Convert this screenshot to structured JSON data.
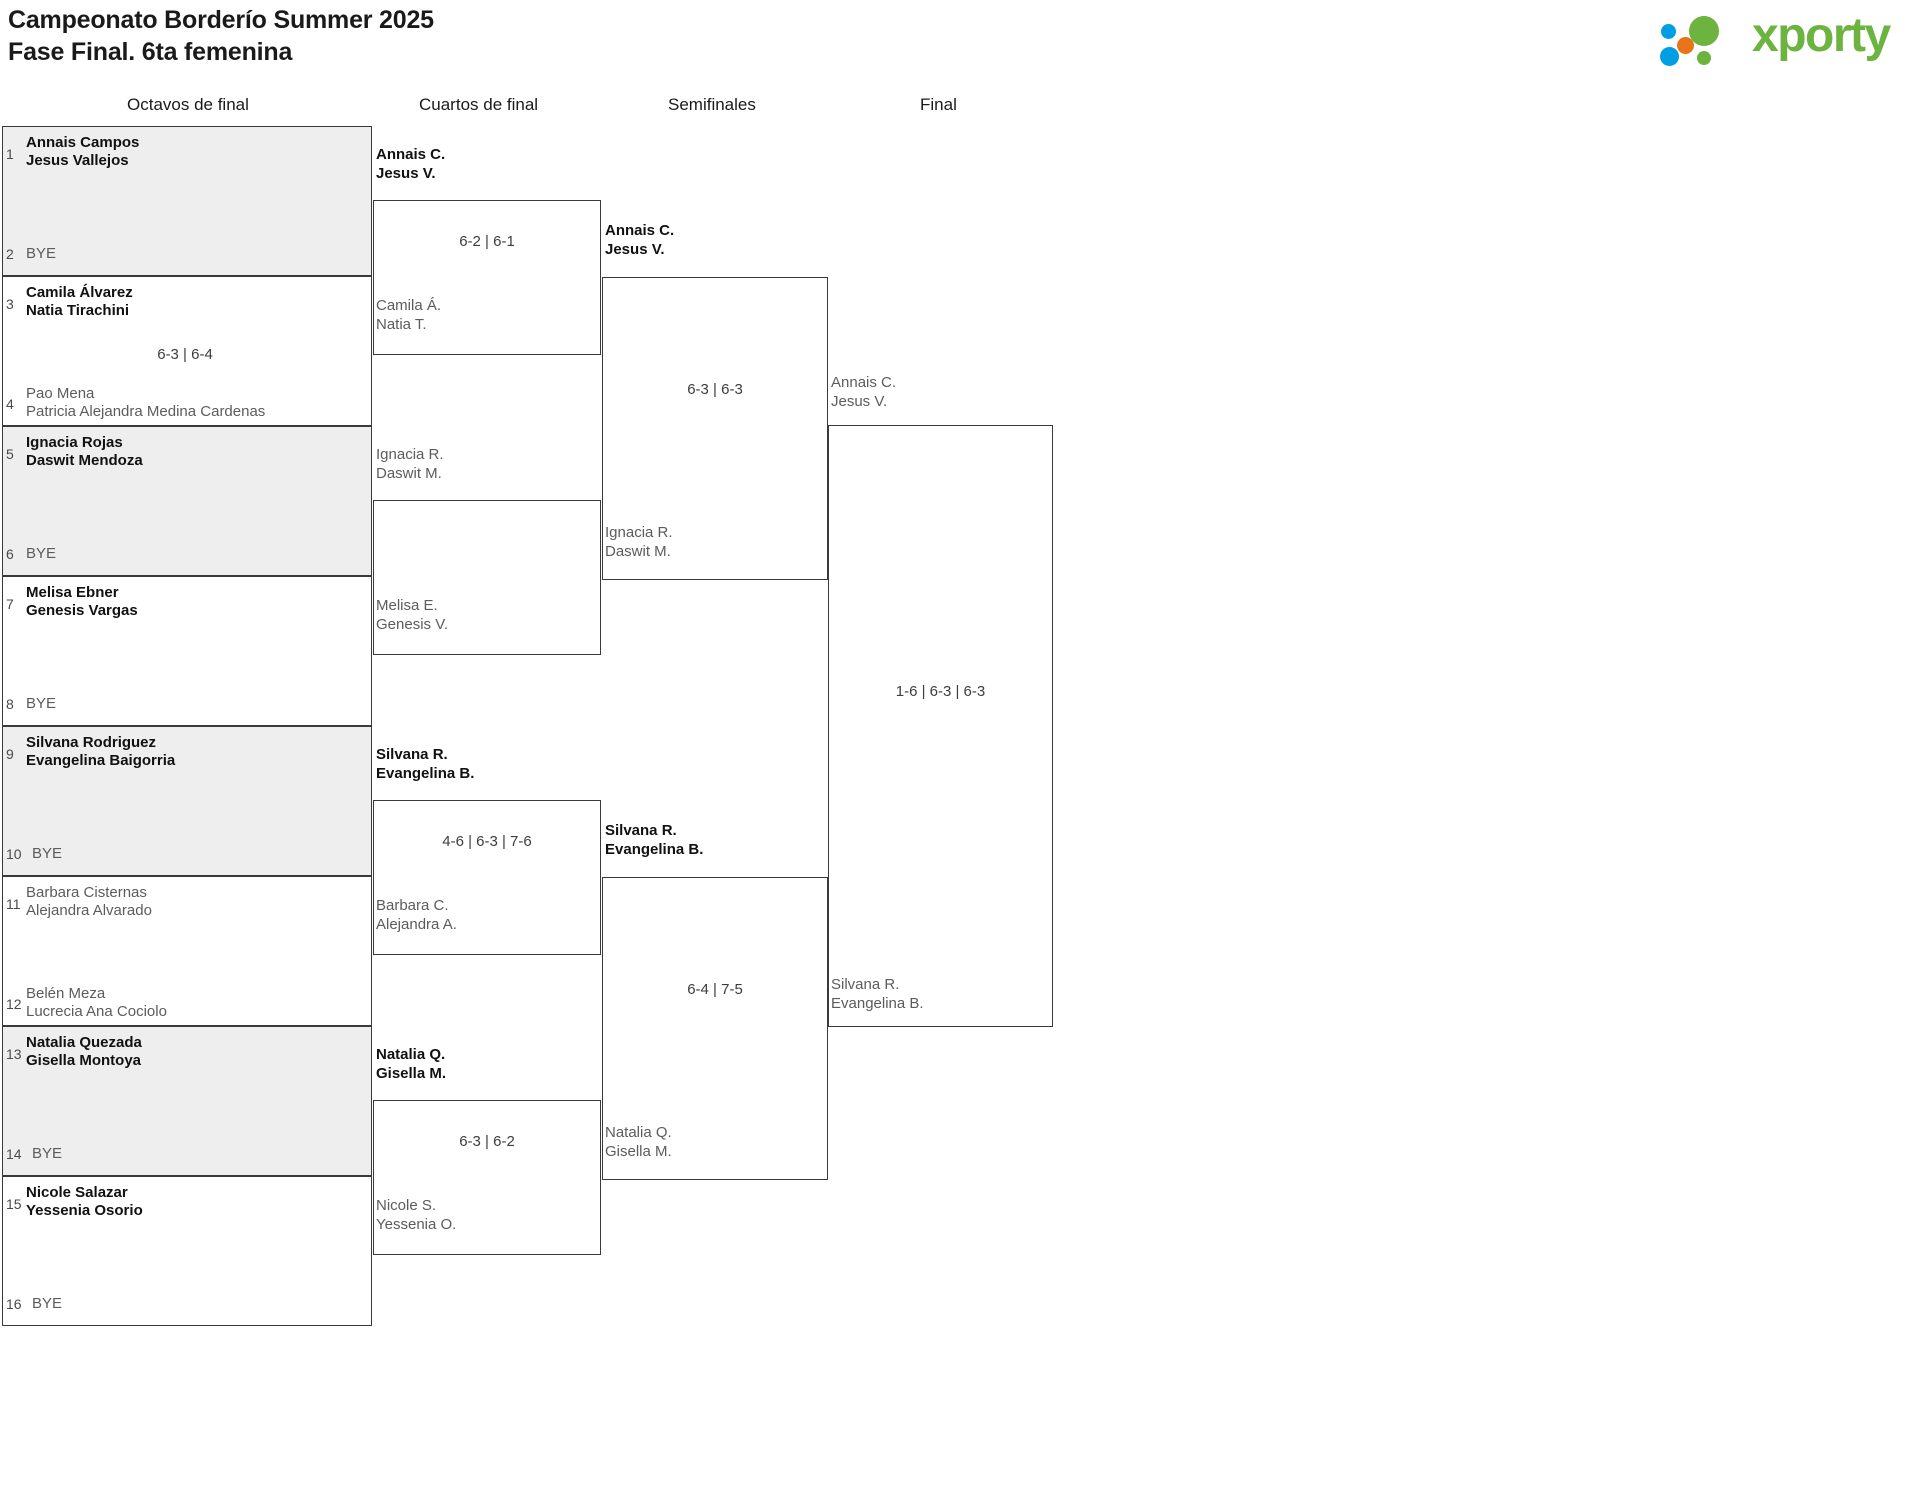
{
  "header": {
    "title_line1": "Campeonato Borderío Summer 2025",
    "title_line2": "Fase Final. 6ta femenina",
    "logo_text": "xporty",
    "logo_colors": {
      "green": "#6cb33f",
      "blue": "#009fe3",
      "orange": "#e8751a"
    }
  },
  "rounds": [
    {
      "label": "Octavos de final"
    },
    {
      "label": "Cuartos de final"
    },
    {
      "label": "Semifinales"
    },
    {
      "label": "Final"
    }
  ],
  "round1": {
    "matches": [
      {
        "shaded": true,
        "top": {
          "seed": "1",
          "line1": "Annais Campos",
          "line2": "Jesus Vallejos",
          "winner": true
        },
        "bottom": {
          "seed": "2",
          "bye": "BYE",
          "winner": false
        },
        "score": ""
      },
      {
        "shaded": false,
        "top": {
          "seed": "3",
          "line1": "Camila Álvarez",
          "line2": "Natia Tirachini",
          "winner": true
        },
        "bottom": {
          "seed": "4",
          "line1": "Pao Mena",
          "line2": "Patricia Alejandra Medina Cardenas",
          "winner": false
        },
        "score": "6-3 | 6-4"
      },
      {
        "shaded": true,
        "top": {
          "seed": "5",
          "line1": "Ignacia Rojas",
          "line2": "Daswit Mendoza",
          "winner": true
        },
        "bottom": {
          "seed": "6",
          "bye": "BYE",
          "winner": false
        },
        "score": ""
      },
      {
        "shaded": false,
        "top": {
          "seed": "7",
          "line1": "Melisa Ebner",
          "line2": "Genesis Vargas",
          "winner": true
        },
        "bottom": {
          "seed": "8",
          "bye": "BYE",
          "winner": false
        },
        "score": ""
      },
      {
        "shaded": true,
        "top": {
          "seed": "9",
          "line1": "Silvana Rodriguez",
          "line2": "Evangelina Baigorria",
          "winner": true
        },
        "bottom": {
          "seed": "10",
          "bye": "BYE",
          "winner": false
        },
        "score": ""
      },
      {
        "shaded": false,
        "top": {
          "seed": "11",
          "line1": "Barbara Cisternas",
          "line2": "Alejandra Alvarado",
          "winner": true
        },
        "bottom": {
          "seed": "12",
          "line1": "Belén Meza",
          "line2": "Lucrecia Ana Cociolo",
          "winner": false
        },
        "score": ""
      },
      {
        "shaded": true,
        "top": {
          "seed": "13",
          "line1": "Natalia Quezada",
          "line2": "Gisella Montoya",
          "winner": true
        },
        "bottom": {
          "seed": "14",
          "bye": "BYE",
          "winner": false
        },
        "score": ""
      },
      {
        "shaded": false,
        "top": {
          "seed": "15",
          "line1": "Nicole Salazar",
          "line2": "Yessenia Osorio",
          "winner": true
        },
        "bottom": {
          "seed": "16",
          "bye": "BYE",
          "winner": false
        },
        "score": ""
      }
    ]
  },
  "round2": {
    "matches": [
      {
        "top": {
          "line1": "Annais C.",
          "line2": "Jesus V.",
          "winner": true
        },
        "bottom": {
          "line1": "Camila Á.",
          "line2": "Natia T.",
          "winner": false
        },
        "score": "6-2 | 6-1"
      },
      {
        "top": {
          "line1": "Ignacia R.",
          "line2": "Daswit M.",
          "winner": false
        },
        "bottom": {
          "line1": "Melisa E.",
          "line2": "Genesis V.",
          "winner": false
        },
        "score": ""
      },
      {
        "top": {
          "line1": "Silvana R.",
          "line2": "Evangelina B.",
          "winner": true
        },
        "bottom": {
          "line1": "Barbara C.",
          "line2": "Alejandra A.",
          "winner": false
        },
        "score": "4-6 | 6-3 | 7-6"
      },
      {
        "top": {
          "line1": "Natalia Q.",
          "line2": "Gisella M.",
          "winner": true
        },
        "bottom": {
          "line1": "Nicole S.",
          "line2": "Yessenia O.",
          "winner": false
        },
        "score": "6-3 | 6-2"
      }
    ]
  },
  "round3": {
    "matches": [
      {
        "top": {
          "line1": "Annais C.",
          "line2": "Jesus V.",
          "winner": true
        },
        "bottom": {
          "line1": "Ignacia R.",
          "line2": "Daswit M.",
          "winner": false
        },
        "score": "6-3 | 6-3"
      },
      {
        "top": {
          "line1": "Silvana R.",
          "line2": "Evangelina B.",
          "winner": true
        },
        "bottom": {
          "line1": "Natalia Q.",
          "line2": "Gisella M.",
          "winner": false
        },
        "score": "6-4 | 7-5"
      }
    ]
  },
  "round4": {
    "matches": [
      {
        "top": {
          "line1": "Annais C.",
          "line2": "Jesus V.",
          "winner": false
        },
        "bottom": {
          "line1": "Silvana R.",
          "line2": "Evangelina B.",
          "winner": false
        },
        "score": "1-6 | 6-3 | 6-3"
      }
    ]
  }
}
